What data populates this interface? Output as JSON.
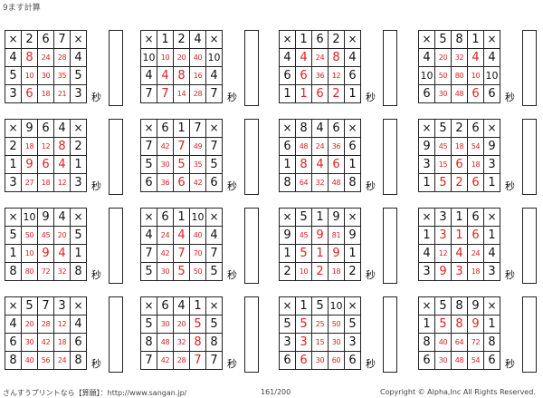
{
  "header": {
    "title": "9ます計算"
  },
  "labels": {
    "operator": "×",
    "time_unit": "秒"
  },
  "puzzles": [
    {
      "top": [
        "2",
        "6",
        "7"
      ],
      "rows": [
        {
          "left": "4",
          "cells": [
            "8",
            "24",
            "28"
          ],
          "right": "4"
        },
        {
          "left": "5",
          "cells": [
            "10",
            "30",
            "35"
          ],
          "right": "5"
        },
        {
          "left": "3",
          "cells": [
            "6",
            "18",
            "21"
          ],
          "right": "3"
        }
      ]
    },
    {
      "top": [
        "1",
        "2",
        "4"
      ],
      "rows": [
        {
          "left": "10",
          "cells": [
            "10",
            "20",
            "40"
          ],
          "right": "10"
        },
        {
          "left": "4",
          "cells": [
            "4",
            "8",
            "16"
          ],
          "right": "4"
        },
        {
          "left": "7",
          "cells": [
            "7",
            "14",
            "28"
          ],
          "right": "7"
        }
      ]
    },
    {
      "top": [
        "1",
        "6",
        "2"
      ],
      "rows": [
        {
          "left": "4",
          "cells": [
            "4",
            "24",
            "8"
          ],
          "right": "4"
        },
        {
          "left": "6",
          "cells": [
            "6",
            "36",
            "12"
          ],
          "right": "6"
        },
        {
          "left": "1",
          "cells": [
            "1",
            "6",
            "2"
          ],
          "right": "1"
        }
      ]
    },
    {
      "top": [
        "5",
        "8",
        "1"
      ],
      "rows": [
        {
          "left": "4",
          "cells": [
            "20",
            "32",
            "4"
          ],
          "right": "4"
        },
        {
          "left": "10",
          "cells": [
            "50",
            "80",
            "10"
          ],
          "right": "10"
        },
        {
          "left": "6",
          "cells": [
            "30",
            "48",
            "6"
          ],
          "right": "6"
        }
      ]
    },
    {
      "top": [
        "9",
        "6",
        "4"
      ],
      "rows": [
        {
          "left": "2",
          "cells": [
            "18",
            "12",
            "8"
          ],
          "right": "2"
        },
        {
          "left": "1",
          "cells": [
            "9",
            "6",
            "4"
          ],
          "right": "1"
        },
        {
          "left": "3",
          "cells": [
            "27",
            "18",
            "12"
          ],
          "right": "3"
        }
      ]
    },
    {
      "top": [
        "6",
        "1",
        "7"
      ],
      "rows": [
        {
          "left": "7",
          "cells": [
            "42",
            "7",
            "49"
          ],
          "right": "7"
        },
        {
          "left": "5",
          "cells": [
            "30",
            "5",
            "35"
          ],
          "right": "5"
        },
        {
          "left": "6",
          "cells": [
            "36",
            "6",
            "42"
          ],
          "right": "6"
        }
      ]
    },
    {
      "top": [
        "8",
        "4",
        "6"
      ],
      "rows": [
        {
          "left": "6",
          "cells": [
            "48",
            "24",
            "36"
          ],
          "right": "6"
        },
        {
          "left": "1",
          "cells": [
            "8",
            "4",
            "6"
          ],
          "right": "1"
        },
        {
          "left": "8",
          "cells": [
            "64",
            "32",
            "48"
          ],
          "right": "8"
        }
      ]
    },
    {
      "top": [
        "5",
        "2",
        "6"
      ],
      "rows": [
        {
          "left": "9",
          "cells": [
            "45",
            "18",
            "54"
          ],
          "right": "9"
        },
        {
          "left": "3",
          "cells": [
            "15",
            "6",
            "18"
          ],
          "right": "3"
        },
        {
          "left": "1",
          "cells": [
            "5",
            "2",
            "6"
          ],
          "right": "1"
        }
      ]
    },
    {
      "top": [
        "10",
        "9",
        "4"
      ],
      "rows": [
        {
          "left": "5",
          "cells": [
            "50",
            "45",
            "20"
          ],
          "right": "5"
        },
        {
          "left": "1",
          "cells": [
            "10",
            "9",
            "4"
          ],
          "right": "1"
        },
        {
          "left": "8",
          "cells": [
            "80",
            "72",
            "32"
          ],
          "right": "8"
        }
      ]
    },
    {
      "top": [
        "6",
        "1",
        "10"
      ],
      "rows": [
        {
          "left": "4",
          "cells": [
            "24",
            "4",
            "40"
          ],
          "right": "4"
        },
        {
          "left": "7",
          "cells": [
            "42",
            "7",
            "70"
          ],
          "right": "7"
        },
        {
          "left": "5",
          "cells": [
            "30",
            "5",
            "50"
          ],
          "right": "5"
        }
      ]
    },
    {
      "top": [
        "5",
        "1",
        "9"
      ],
      "rows": [
        {
          "left": "9",
          "cells": [
            "45",
            "9",
            "81"
          ],
          "right": "9"
        },
        {
          "left": "1",
          "cells": [
            "5",
            "1",
            "9"
          ],
          "right": "1"
        },
        {
          "left": "2",
          "cells": [
            "10",
            "2",
            "18"
          ],
          "right": "2"
        }
      ]
    },
    {
      "top": [
        "3",
        "1",
        "6"
      ],
      "rows": [
        {
          "left": "1",
          "cells": [
            "3",
            "1",
            "6"
          ],
          "right": "1"
        },
        {
          "left": "4",
          "cells": [
            "12",
            "4",
            "24"
          ],
          "right": "4"
        },
        {
          "left": "3",
          "cells": [
            "9",
            "3",
            "18"
          ],
          "right": "3"
        }
      ]
    },
    {
      "top": [
        "5",
        "7",
        "3"
      ],
      "rows": [
        {
          "left": "4",
          "cells": [
            "20",
            "28",
            "12"
          ],
          "right": "4"
        },
        {
          "left": "6",
          "cells": [
            "30",
            "42",
            "18"
          ],
          "right": "6"
        },
        {
          "left": "8",
          "cells": [
            "40",
            "56",
            "24"
          ],
          "right": "8"
        }
      ]
    },
    {
      "top": [
        "6",
        "4",
        "1"
      ],
      "rows": [
        {
          "left": "5",
          "cells": [
            "30",
            "20",
            "5"
          ],
          "right": "5"
        },
        {
          "left": "8",
          "cells": [
            "48",
            "32",
            "8"
          ],
          "right": "8"
        },
        {
          "left": "7",
          "cells": [
            "42",
            "28",
            "7"
          ],
          "right": "7"
        }
      ]
    },
    {
      "top": [
        "1",
        "5",
        "10"
      ],
      "rows": [
        {
          "left": "5",
          "cells": [
            "5",
            "25",
            "50"
          ],
          "right": "5"
        },
        {
          "left": "3",
          "cells": [
            "3",
            "15",
            "30"
          ],
          "right": "3"
        },
        {
          "left": "6",
          "cells": [
            "6",
            "30",
            "60"
          ],
          "right": "6"
        }
      ]
    },
    {
      "top": [
        "5",
        "8",
        "9"
      ],
      "rows": [
        {
          "left": "1",
          "cells": [
            "5",
            "8",
            "9"
          ],
          "right": "1"
        },
        {
          "left": "8",
          "cells": [
            "40",
            "64",
            "72"
          ],
          "right": "8"
        },
        {
          "left": "6",
          "cells": [
            "30",
            "48",
            "54"
          ],
          "right": "6"
        }
      ]
    }
  ],
  "footer": {
    "source": "さんすうプリントなら【算願】：http://www.sangan.jp/",
    "page": "161/200",
    "copyright": "Copyright © Alpha,Inc All Rights Reserved."
  }
}
